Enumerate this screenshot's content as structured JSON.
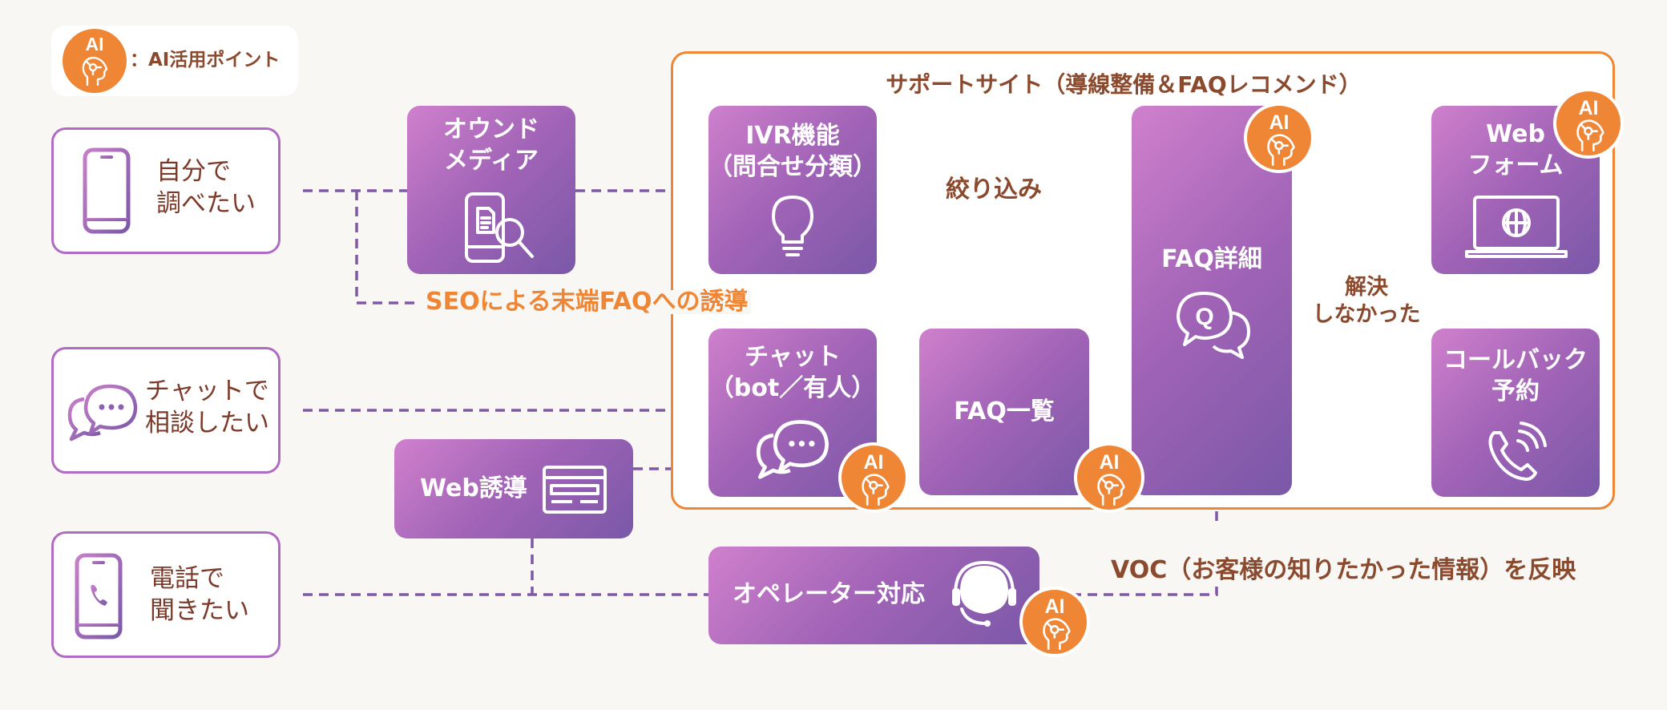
{
  "legend": {
    "badge_text": "AI",
    "text": "：AI活用ポイント"
  },
  "users": {
    "self": "自分で\n調べたい",
    "chat": "チャットで\n相談したい",
    "phone": "電話で\n聞きたい"
  },
  "region": {
    "title": "サポートサイト（導線整備＆FAQレコメンド）"
  },
  "nodes": {
    "owned_media": "オウンド\nメディア",
    "ivr": "IVR機能\n（問合せ分類）",
    "faq_detail": "FAQ詳細",
    "web_form": "Web\nフォーム",
    "callback": "コールバック\n予約",
    "chat": "チャット\n（bot／有人）",
    "faq_list": "FAQ一覧",
    "web_guide": "Web誘導",
    "operator": "オペレーター対応"
  },
  "edge_labels": {
    "narrow": "絞り込み",
    "seo": "SEOによる末端FAQへの誘導",
    "unsolved": "解決\nしなかった",
    "voc": "VOC（お客様の知りたかった情報）を反映"
  },
  "colors": {
    "accent": "#ef8635",
    "purple": "#7a58a8",
    "label_brown": "#8b4a2e",
    "line": "#7e5aa6"
  }
}
